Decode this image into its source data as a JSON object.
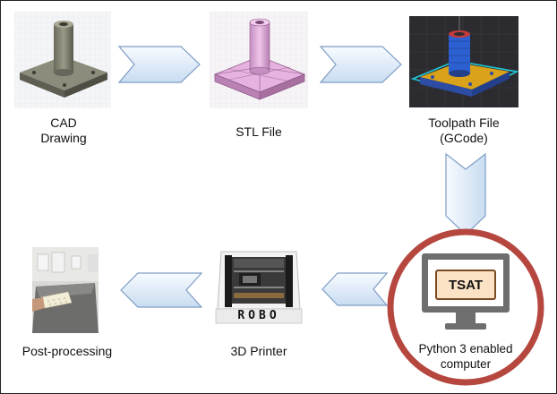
{
  "nodes": {
    "cad": {
      "line1": "CAD",
      "line2": "Drawing"
    },
    "stl": {
      "line1": "STL File"
    },
    "toolpath": {
      "line1": "Toolpath File",
      "line2": "(GCode)"
    },
    "postprocessing": {
      "line1": "Post-processing"
    },
    "printer": {
      "line1": "3D Printer",
      "brand": "ROBO"
    },
    "computer": {
      "screen_text": "TSAT",
      "line1": "Python 3 enabled",
      "line2": "computer"
    }
  },
  "colors": {
    "arrow_fill_light": "#f7fbff",
    "arrow_fill_dark": "#c9dcf1",
    "arrow_stroke": "#7d9cc4",
    "highlight_circle": "#b5473f",
    "screen_bg": "#fce2c5",
    "screen_border": "#7a4a22",
    "monitor": "#6e6e6e"
  }
}
